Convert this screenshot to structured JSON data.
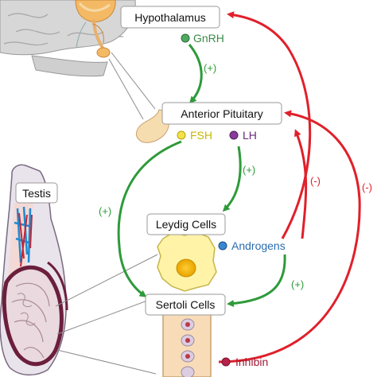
{
  "boxes": {
    "hypothalamus": "Hypothalamus",
    "anterior_pituitary": "Anterior Pituitary",
    "testis": "Testis",
    "leydig": "Leydig Cells",
    "sertoli": "Sertoli Cells"
  },
  "hormones": {
    "gnrh": "GnRH",
    "fsh": "FSH",
    "lh": "LH",
    "androgens": "Androgens",
    "inhibin": "Inhibin"
  },
  "signs": {
    "gnrh_to_pituitary": "(+)",
    "lh_to_leydig": "(+)",
    "fsh_to_sertoli": "(+)",
    "androgens_to_sertoli": "(+)",
    "androgens_to_pituitary": "(-)",
    "inhibin_to_pituitary": "(-)"
  },
  "colors": {
    "stimulatory_arrow": "#2e9a3a",
    "inhibitory_arrow": "#e0202a",
    "gnrh": "#3a8a48",
    "fsh": "#c9b800",
    "lh": "#6b2a7a",
    "androgens": "#2b6cb0",
    "inhibin": "#a01c3a"
  }
}
